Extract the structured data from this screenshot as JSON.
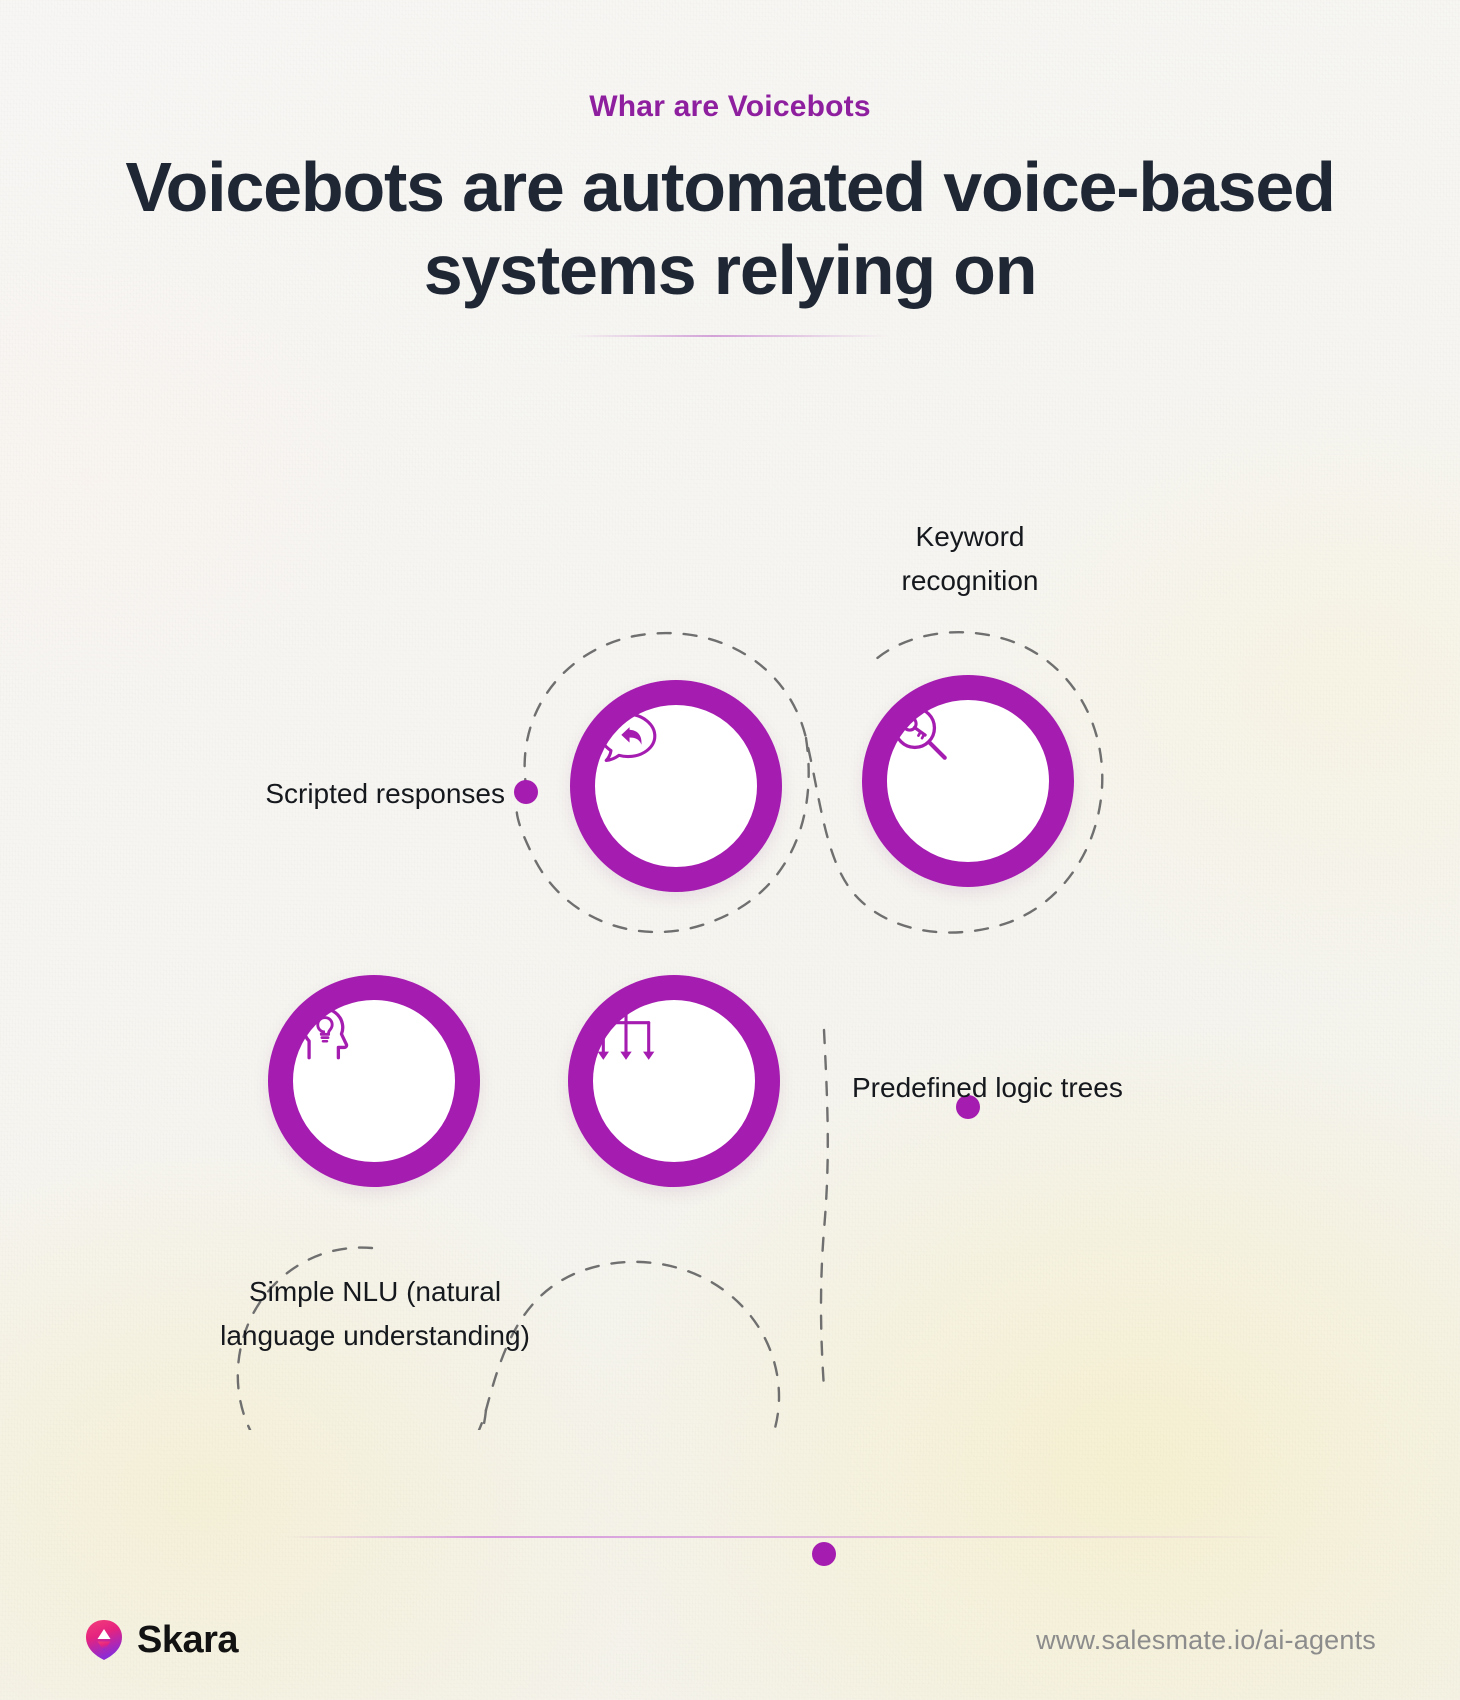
{
  "header": {
    "eyebrow": "Whar are Voicebots",
    "headline": "Voicebots are automated voice-based systems relying on"
  },
  "diagram": {
    "nodes": [
      {
        "id": "scripted-responses",
        "label": "Scripted responses",
        "icon": "speech-bubble-reply-icon"
      },
      {
        "id": "keyword-recognition",
        "label": "Keyword\nrecognition",
        "icon": "magnifier-key-icon"
      },
      {
        "id": "simple-nlu",
        "label": "Simple NLU (natural language understanding)",
        "icon": "head-lightbulb-icon"
      },
      {
        "id": "predefined-logic",
        "label": "Predefined logic trees",
        "icon": "logic-tree-icon"
      }
    ],
    "labels": {
      "scripted": "Scripted responses",
      "keyword_line1": "Keyword",
      "keyword_line2": "recognition",
      "nlu_line1": "Simple NLU (natural",
      "nlu_line2": "language understanding)",
      "logic": "Predefined logic trees"
    }
  },
  "footer": {
    "brand_name": "Skara",
    "site_url": "www.salesmate.io/ai-agents"
  },
  "colors": {
    "accent_purple": "#a51cb0",
    "eyebrow_purple": "#8e1f9e",
    "heading_dark": "#1f2734",
    "url_gray": "#8c8c8c",
    "dashed_gray": "#6f6f6f",
    "logo_pink": "#f0237a",
    "logo_violet": "#9a2bd8"
  }
}
